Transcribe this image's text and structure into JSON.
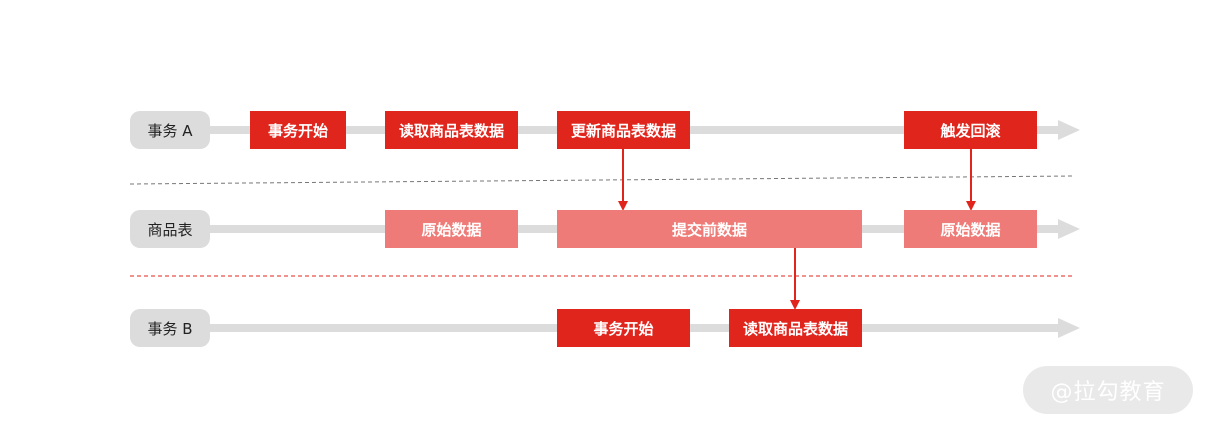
{
  "lanes": {
    "a": {
      "label": "事务 A"
    },
    "table": {
      "label": "商品表"
    },
    "b": {
      "label": "事务 B"
    }
  },
  "boxes": {
    "a_start": "事务开始",
    "a_read": "读取商品表数据",
    "a_update": "更新商品表数据",
    "a_rollback": "触发回滚",
    "t_original1": "原始数据",
    "t_precommit": "提交前数据",
    "t_original2": "原始数据",
    "b_start": "事务开始",
    "b_read": "读取商品表数据"
  },
  "watermark": "@拉勾教育",
  "colors": {
    "event": "#e0251d",
    "state": "#ee7b77",
    "track": "#dcdcdc",
    "divider_gray": "#777777",
    "divider_red": "#e0251d"
  }
}
